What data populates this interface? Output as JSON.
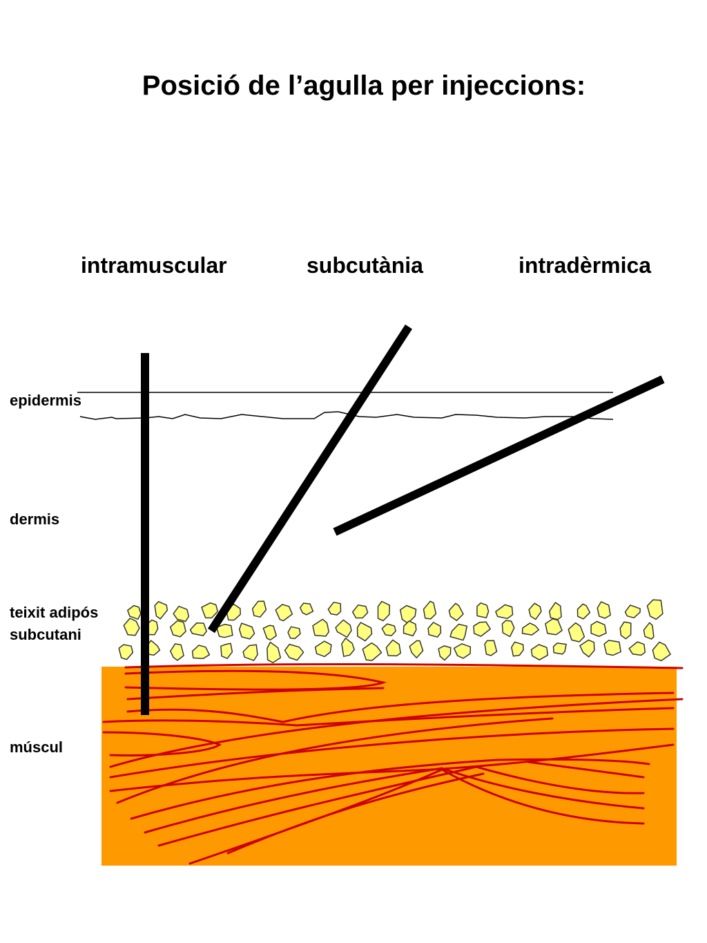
{
  "title": "Posició de l’agulla per injeccions:",
  "injection_types": {
    "intramuscular": "intramuscular",
    "subcutaneous": "subcutània",
    "intradermal": "intradèrmica"
  },
  "layers": {
    "epidermis": "epidermis",
    "dermis": "dermis",
    "fat_line1": "teixit adipós",
    "fat_line2": "subcutani",
    "muscle": "múscul"
  },
  "colors": {
    "muscle_fill": "#ff9900",
    "muscle_fibers": "#cc0000",
    "fat_cells": "#ffff80",
    "needle": "#000000"
  }
}
